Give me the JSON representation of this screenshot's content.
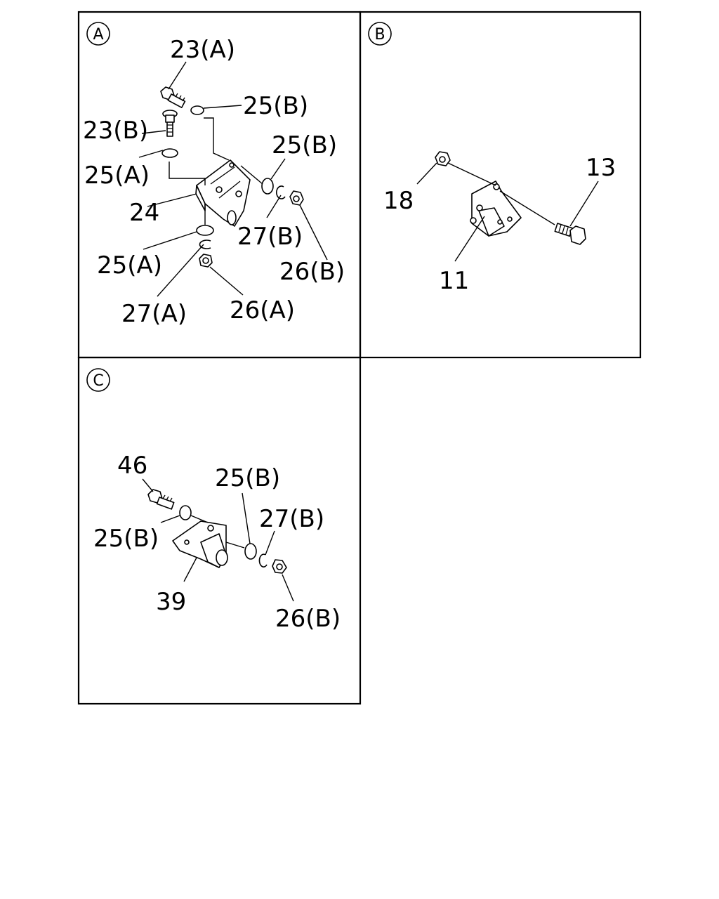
{
  "panels": {
    "a": {
      "badge": "A",
      "labels": {
        "l_23a": "23(A)",
        "l_25b_1": "25(B)",
        "l_23b": "23(B)",
        "l_25b_2": "25(B)",
        "l_25a_1": "25(A)",
        "l_24": "24",
        "l_27b": "27(B)",
        "l_25a_2": "25(A)",
        "l_26b": "26(B)",
        "l_27a": "27(A)",
        "l_26a": "26(A)"
      }
    },
    "b": {
      "badge": "B",
      "labels": {
        "l_13": "13",
        "l_18": "18",
        "l_11": "11"
      }
    },
    "c": {
      "badge": "C",
      "labels": {
        "l_46": "46",
        "l_25b_1": "25(B)",
        "l_27b": "27(B)",
        "l_25b_2": "25(B)",
        "l_39": "39",
        "l_26b": "26(B)"
      }
    }
  }
}
